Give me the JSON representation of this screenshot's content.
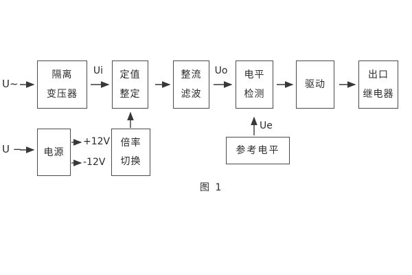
{
  "diagram": {
    "caption": "图 1",
    "inputs": {
      "ac_label": "U~",
      "dc_label": "U −"
    },
    "signals": {
      "ui": "Ui",
      "uo": "Uo",
      "ue": "Ue",
      "plus12v": "+12V",
      "minus12v": "-12V"
    },
    "blocks": {
      "isolation_transformer": {
        "lines": [
          "隔离",
          "变压器"
        ]
      },
      "setting_adjust": {
        "lines": [
          "定值",
          "整定"
        ]
      },
      "rectify_filter": {
        "lines": [
          "整流",
          "滤波"
        ]
      },
      "level_detect": {
        "lines": [
          "电平",
          "检测"
        ]
      },
      "drive": {
        "lines": [
          "驱动"
        ]
      },
      "output_relay": {
        "lines": [
          "出口",
          "继电器"
        ]
      },
      "power_supply": {
        "lines": [
          "电源"
        ]
      },
      "ratio_switch": {
        "lines": [
          "倍率",
          "切换"
        ]
      },
      "reference_level": {
        "lines": [
          "参考电平"
        ]
      }
    },
    "colors": {
      "line": "#383838",
      "text": "#2b2b2b",
      "background": "#ffffff"
    }
  }
}
